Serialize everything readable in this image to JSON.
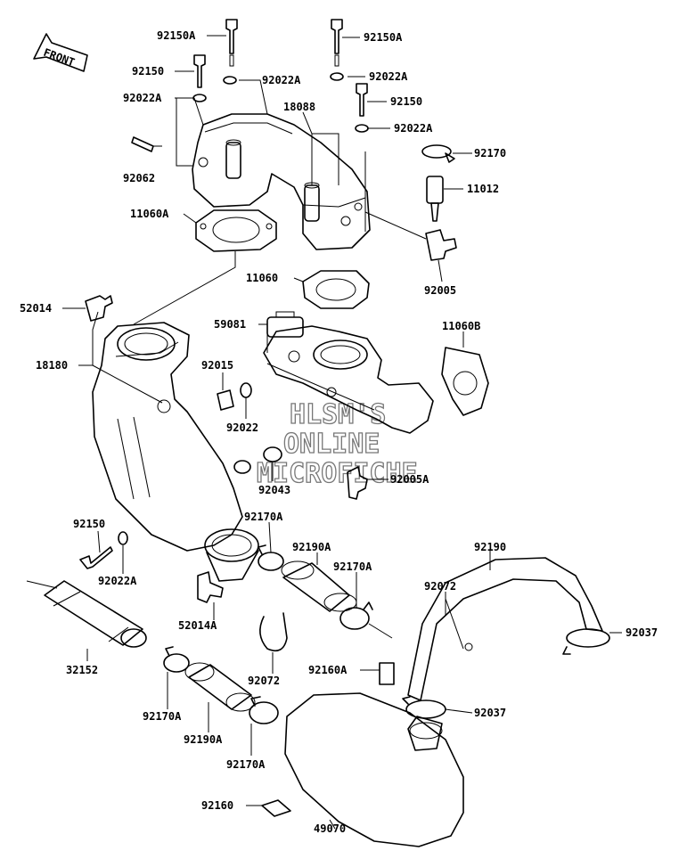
{
  "front_label": "FRONT",
  "watermark": [
    "HLSM'S",
    "ONLINE",
    "MICROFICHE"
  ],
  "labels": {
    "p92150A_a": "92150A",
    "p92150A_b": "92150A",
    "p92150_a": "92150",
    "p92022A_a": "92022A",
    "p92022A_b": "92022A",
    "p92022A_c": "92022A",
    "p92150_b": "92150",
    "p18088": "18088",
    "p92022A_d": "92022A",
    "p92170": "92170",
    "p92062": "92062",
    "p11012": "11012",
    "p11060A": "11060A",
    "p92005": "92005",
    "p11060": "11060",
    "p52014": "52014",
    "p59081": "59081",
    "p11060B": "11060B",
    "p18180": "18180",
    "p92015": "92015",
    "p92022": "92022",
    "p92043": "92043",
    "p92005A": "92005A",
    "p92150_c": "92150",
    "p92170A_a": "92170A",
    "p92190A_a": "92190A",
    "p92190": "92190",
    "p92170A_b": "92170A",
    "p92022A_e": "92022A",
    "p92072_a": "92072",
    "p92037_a": "92037",
    "p52014A": "52014A",
    "p32152": "32152",
    "p92072_b": "92072",
    "p92160A": "92160A",
    "p92037_b": "92037",
    "p92170A_c": "92170A",
    "p92190A_b": "92190A",
    "p92170A_d": "92170A",
    "p92160": "92160",
    "p49070": "49070"
  }
}
